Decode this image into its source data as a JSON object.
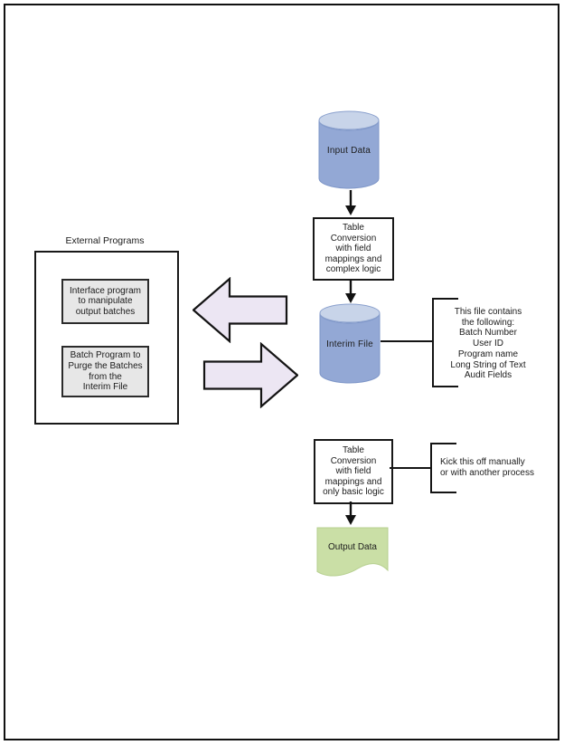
{
  "colors": {
    "cylinder_body": "#93a8d5",
    "cylinder_top": "#c8d4e9",
    "block_arrow_fill": "#ece6f3",
    "inner_box_fill": "#e7e7e7",
    "document_fill": "#cadfa6"
  },
  "flowchart": {
    "input_data": {
      "label": "Input Data"
    },
    "conversion_complex": {
      "text": "Table\nConversion\nwith field\nmappings and\ncomplex logic"
    },
    "interim_file": {
      "label": "Interim File"
    },
    "interim_note": {
      "text": "This file contains\nthe following:\nBatch Number\nUser ID\nProgram name\nLong String of Text\nAudit Fields"
    },
    "external_programs": {
      "title": "External Programs",
      "interface_program": {
        "text": "Interface program\nto manipulate\noutput batches"
      },
      "batch_program": {
        "text": "Batch Program to\nPurge the Batches\nfrom the\nInterim File"
      }
    },
    "conversion_basic": {
      "text": "Table\nConversion\nwith field\nmappings and\nonly basic logic"
    },
    "kickoff_note": {
      "text": "Kick this off manually\nor with another process"
    },
    "output_data": {
      "label": "Output Data"
    }
  }
}
